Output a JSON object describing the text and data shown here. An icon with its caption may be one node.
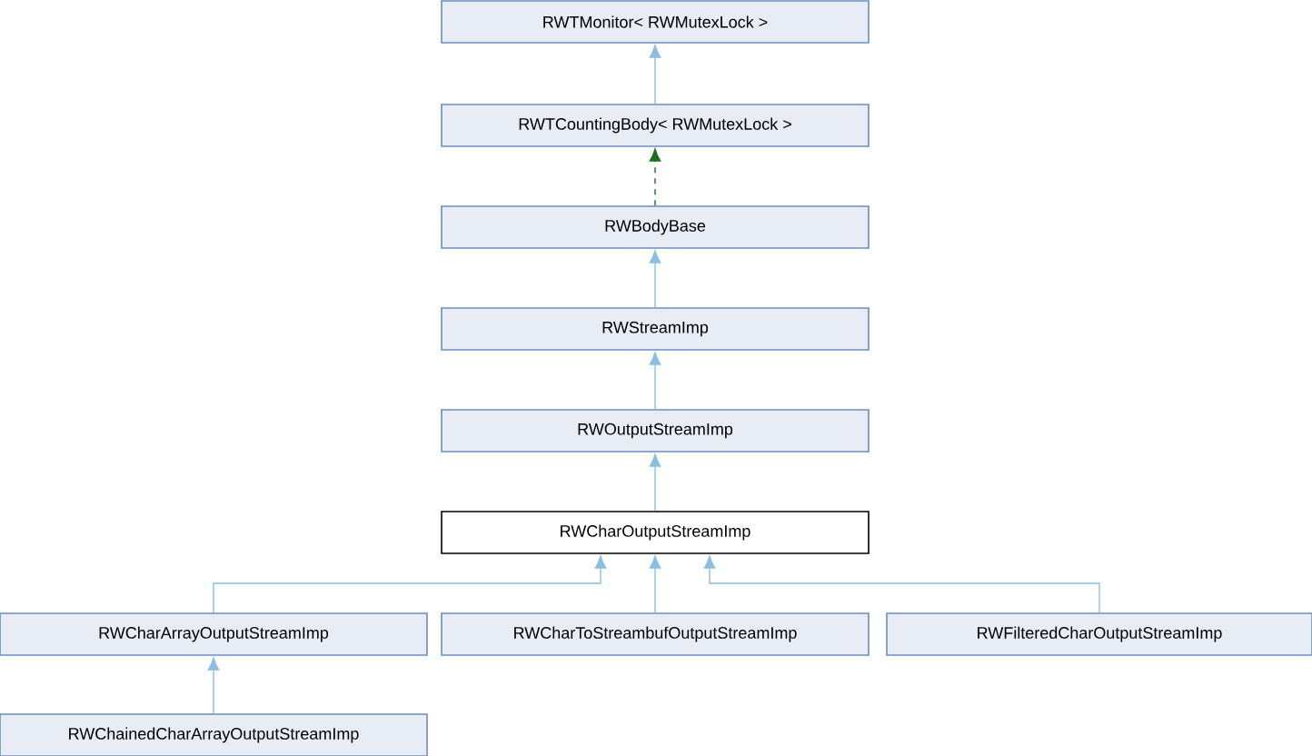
{
  "diagram": {
    "nodes": [
      {
        "text": [
          "RWTMonitor< RWMutexLock >"
        ]
      },
      {
        "text": [
          "RWTCountingBody< RWMutexLock >"
        ]
      },
      {
        "text": [
          "RWBodyBase"
        ]
      },
      {
        "text": [
          "RWStreamImp"
        ]
      },
      {
        "text": [
          "RWOutputStreamImp"
        ]
      },
      {
        "text": [
          "RWCharOutputStreamImp"
        ]
      },
      {
        "text": [
          "RWCharArrayOutputStreamImp"
        ]
      },
      {
        "text": [
          "RWCharToStreambufOutputStreamImp"
        ]
      },
      {
        "text": [
          "RWFilteredCharOutputStreamImp"
        ]
      },
      {
        "text": [
          "RWChainedCharArrayOutputStreamImp"
        ]
      }
    ],
    "edges": [
      {
        "from": 1,
        "to": 0,
        "arrow": "to"
      },
      {
        "from": 2,
        "to": 1,
        "arrow": "to",
        "style": "dashed",
        "color": "#1e6e1e"
      },
      {
        "from": 3,
        "to": 2,
        "arrow": "to"
      },
      {
        "from": 4,
        "to": 3,
        "arrow": "to"
      },
      {
        "from": 5,
        "to": 4,
        "arrow": "to"
      },
      {
        "from": 6,
        "to": 5,
        "arrow": "to"
      },
      {
        "from": 7,
        "to": 5,
        "arrow": "to"
      },
      {
        "from": 8,
        "to": 5,
        "arrow": "to"
      },
      {
        "from": 9,
        "to": 6,
        "arrow": "to"
      }
    ]
  }
}
